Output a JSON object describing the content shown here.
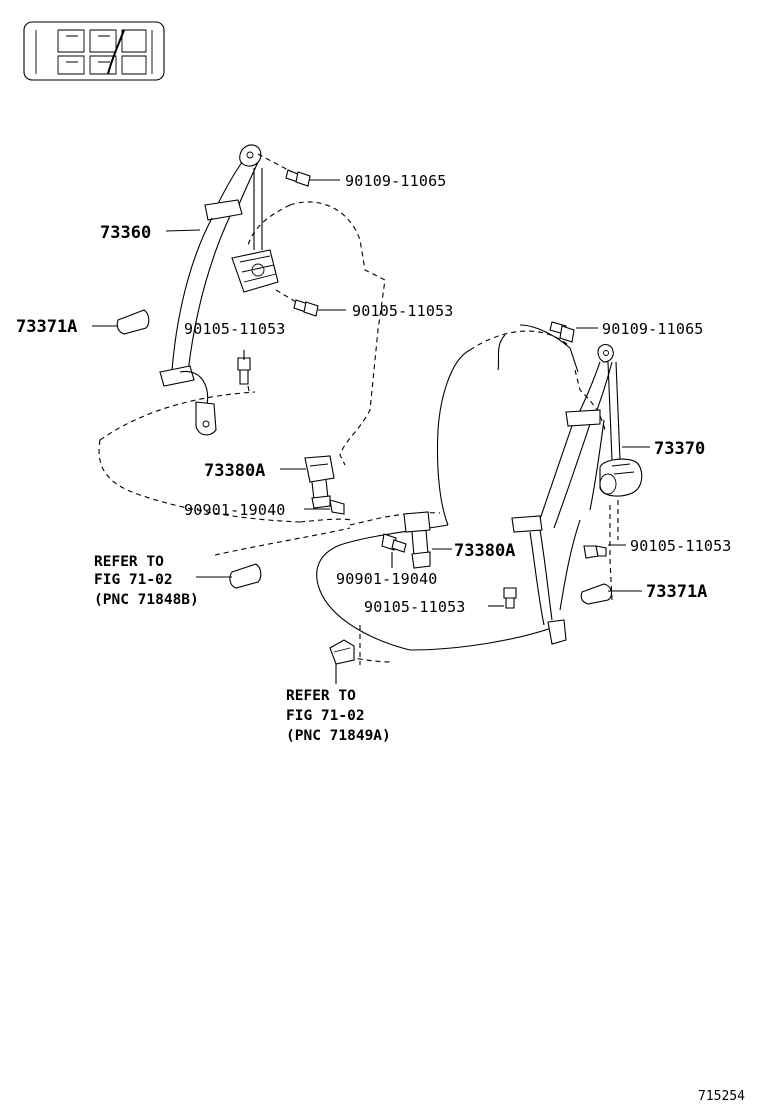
{
  "labels": {
    "p1": "90109-11065",
    "p2": "73360",
    "p3": "90105-11053",
    "p4": "73371A",
    "p5": "90105-11053",
    "p6": "90109-11065",
    "p7": "73370",
    "p8": "73380A",
    "p9": "90901-19040",
    "p10": "90105-11053",
    "p11": "73380A",
    "p12": "90901-19040",
    "p13": "73371A",
    "p14": "90105-11053"
  },
  "notes": {
    "left": {
      "l1": "REFER TO",
      "l2": "FIG 71-02",
      "l3": "(PNC 71848B)"
    },
    "bottom": {
      "l1": "REFER TO",
      "l2": "FIG 71-02",
      "l3": "(PNC 71849A)"
    }
  },
  "illustration_number": "715254"
}
